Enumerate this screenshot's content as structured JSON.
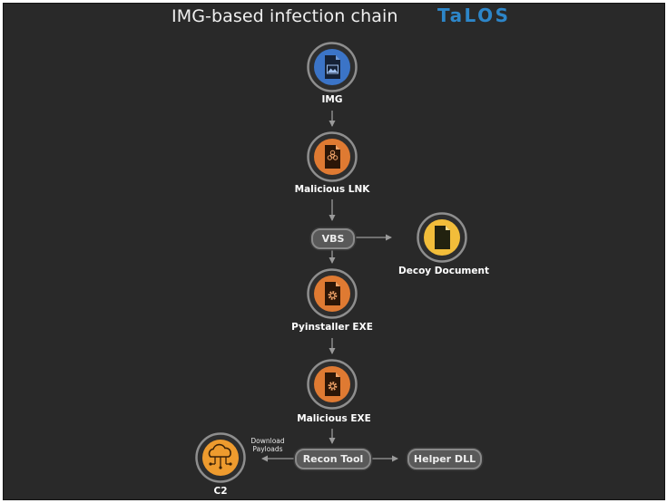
{
  "title": "IMG-based infection chain",
  "brand": "TaLOS",
  "colors": {
    "background": "#292929",
    "blue": "#3b74c7",
    "orange": "#df7a32",
    "yellow": "#f2bd3a",
    "cloud_orange": "#ee9b2e",
    "ring": "#8e8e8e",
    "arrow": "#9a9a9a"
  },
  "nodes": {
    "img": {
      "label": "IMG",
      "icon": "image-file-icon"
    },
    "lnk": {
      "label": "Malicious LNK",
      "icon": "biohazard-file-icon"
    },
    "decoy": {
      "label": "Decoy Document",
      "icon": "document-file-icon"
    },
    "pyinstaller": {
      "label": "Pyinstaller EXE",
      "icon": "gear-file-icon"
    },
    "exe": {
      "label": "Malicious EXE",
      "icon": "gear-file-icon"
    },
    "c2": {
      "label": "C2",
      "icon": "cloud-network-icon"
    }
  },
  "pills": {
    "vbs": "VBS",
    "recon": "Recon Tool",
    "helper": "Helper DLL"
  },
  "edge_note": {
    "line1": "Download",
    "line2": "Payloads"
  }
}
